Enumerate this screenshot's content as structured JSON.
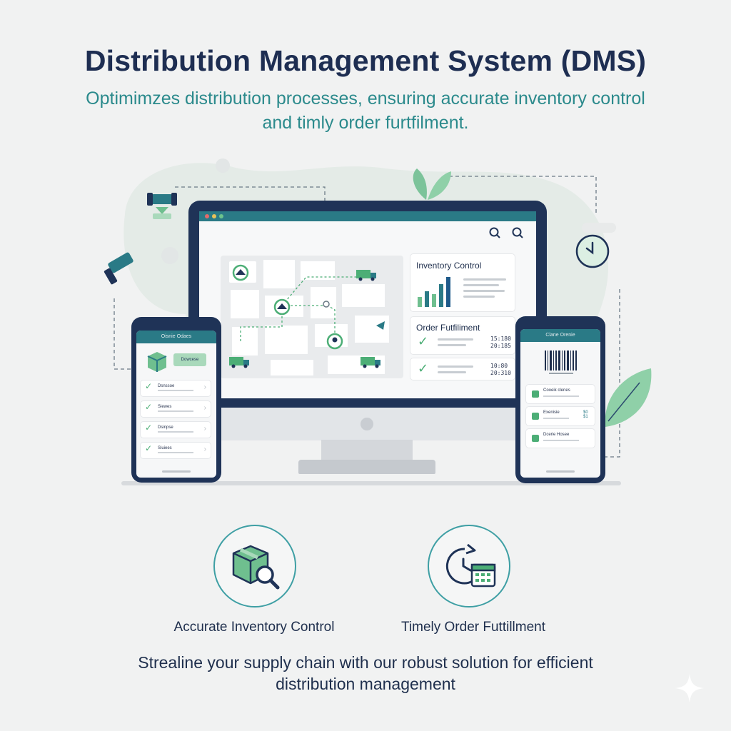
{
  "header": {
    "title": "Distribution Management System (DMS)",
    "subtitle_line1": "Optimimzes distribution processes, ensuring accurate inventory control",
    "subtitle_line2": "and timly order furtfilment."
  },
  "monitor": {
    "inventory_title": "Inventory Control",
    "fulfillment_title": "Order Futfiliment",
    "fulfillment_rows": [
      {
        "value_a": "15:180",
        "value_b": "20:185"
      },
      {
        "value_a": "10:80",
        "value_b": "20:310"
      }
    ],
    "icons": [
      "search-icon",
      "search-icon",
      "warehouse-icon",
      "truck-icon",
      "pin-icon"
    ]
  },
  "left_phone": {
    "header": "Oisnie Odaes",
    "button_label": "Dowcese",
    "rows": [
      "Dsnssoe",
      "Siewes",
      "Dsinpse",
      "Siuiees"
    ]
  },
  "right_phone": {
    "header": "Clane Orenie",
    "rows": [
      {
        "label": "Cooeik clenes",
        "value": ""
      },
      {
        "label": "Exenisie",
        "value": "$0 $1"
      },
      {
        "label": "Dcerie Hosee",
        "value": ""
      }
    ]
  },
  "features": [
    {
      "label": "Accurate Inventory Control",
      "icon": "box-magnifier-icon"
    },
    {
      "label": "Timely Order Futtillment",
      "icon": "clock-calendar-icon"
    }
  ],
  "footer": {
    "line1": "Strealine your supply chain with our robust solution for efficient",
    "line2": "distribution management"
  },
  "colors": {
    "navy": "#1f3357",
    "teal": "#2a7a86",
    "green": "#4cae76",
    "background": "#f1f2f2"
  }
}
